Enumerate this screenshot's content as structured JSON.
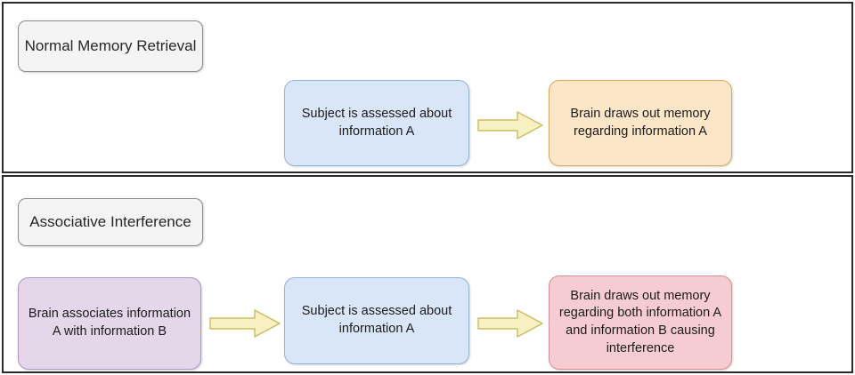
{
  "diagram": {
    "title_semantic": "normal-memory-retrieval-vs-associative-interference-flow",
    "colors": {
      "blue_fill": "#d9e6f7",
      "blue_border": "#8fb4d9",
      "orange_fill": "#fce6c8",
      "orange_border": "#d8a85a",
      "purple_fill": "#e4d7ea",
      "purple_border": "#b094c0",
      "pink_fill": "#f6ccd3",
      "pink_border": "#d98a97",
      "arrow_fill": "#f7f0c0",
      "arrow_border": "#c9bd61",
      "label_fill": "#f4f4f4",
      "panel_border": "#2b2b2b"
    },
    "sections": [
      {
        "label": "Normal Memory\nRetrieval",
        "steps": [
          {
            "text": "Subject is assessed about\ninformation A",
            "color": "blue"
          },
          {
            "text": "Brain draws out memory\nregarding information A",
            "color": "orange"
          }
        ],
        "arrows": 1
      },
      {
        "label": "Associative Interference",
        "steps": [
          {
            "text": "Brain associates information\nA with information B",
            "color": "purple"
          },
          {
            "text": "Subject is assessed about\ninformation A",
            "color": "blue"
          },
          {
            "text": "Brain draws out memory\nregarding both information A\nand information B causing\ninterference",
            "color": "pink"
          }
        ],
        "arrows": 2
      }
    ]
  }
}
